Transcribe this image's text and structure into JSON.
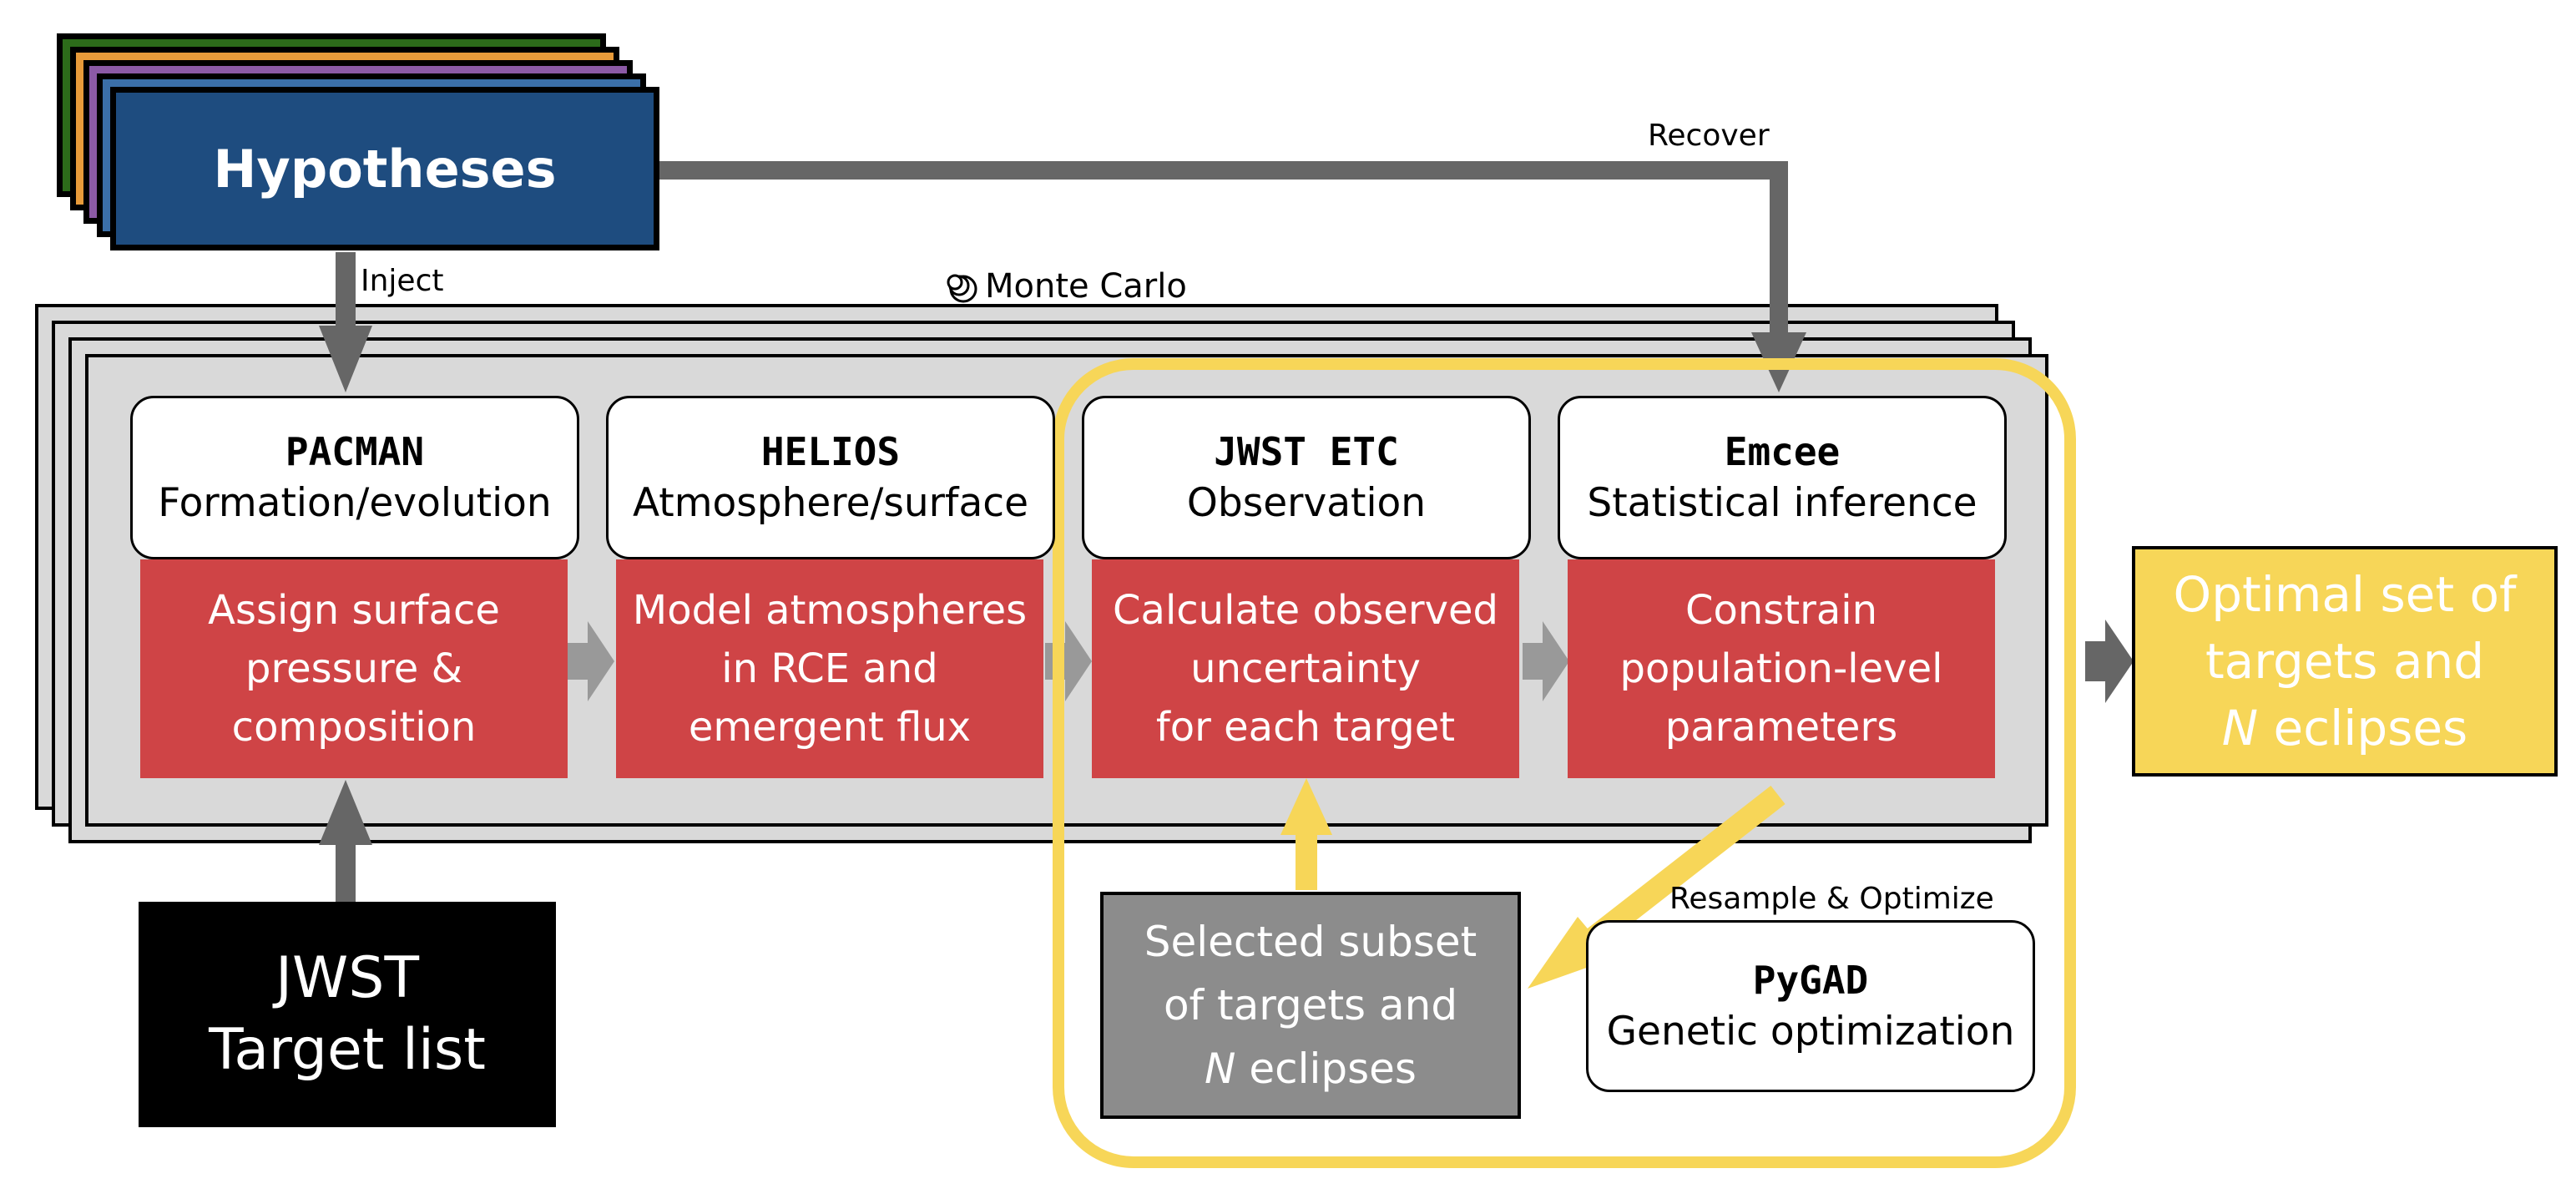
{
  "hypotheses": {
    "label": "Hypotheses",
    "layer_colors": [
      "#2c6b1a",
      "#e89b3a",
      "#8c5aa6",
      "#3b6fa8",
      "#1e4c7f"
    ]
  },
  "labels": {
    "inject": "Inject",
    "recover": "Recover",
    "monte_carlo": "Monte Carlo",
    "resample": "Resample & Optimize"
  },
  "modules": [
    {
      "tool": "PACMAN",
      "role": "Formation/evolution",
      "task": [
        "Assign surface",
        "pressure &",
        "composition"
      ]
    },
    {
      "tool": "HELIOS",
      "role": "Atmosphere/surface",
      "task": [
        "Model atmospheres",
        "in RCE and",
        "emergent flux"
      ]
    },
    {
      "tool": "JWST ETC",
      "role": "Observation",
      "task": [
        "Calculate observed",
        "uncertainty",
        "for each target"
      ]
    },
    {
      "tool": "Emcee",
      "role": "Statistical inference",
      "task": [
        "Constrain",
        "population-level",
        "parameters"
      ]
    }
  ],
  "target_list": {
    "line1": "JWST",
    "line2": "Target list"
  },
  "subset": {
    "line1": "Selected subset",
    "line2": "of targets and",
    "line3_italic": "N",
    "line3_rest": " eclipses"
  },
  "pygad": {
    "tool": "PyGAD",
    "role": "Genetic optimization"
  },
  "output": {
    "line1": "Optimal set of",
    "line2": "targets and",
    "line3_italic": "N",
    "line3_rest": " eclipses"
  },
  "colors": {
    "red": "#cf4446",
    "yellow": "#f7d658",
    "gray_arrow": "#666666",
    "panel": "#d9d9d9",
    "hypotheses_blue": "#1e4c7f",
    "subset_gray": "#8c8c8c"
  }
}
